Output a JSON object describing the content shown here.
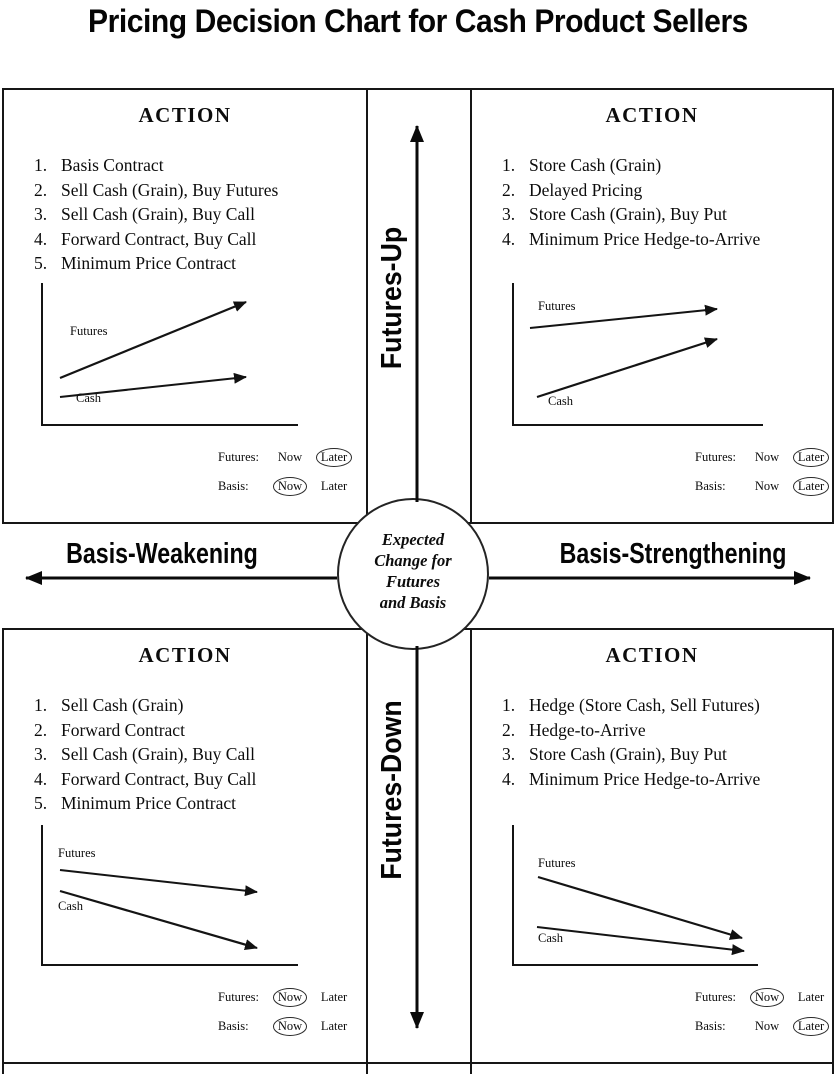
{
  "title": "Pricing Decision Chart for Cash Product Sellers",
  "center_circle": {
    "line1": "Expected",
    "line2": "Change for",
    "line3": "Futures",
    "line4": "and Basis"
  },
  "axis": {
    "up": "Futures-Up",
    "down": "Futures-Down",
    "left": "Basis-Weakening",
    "right": "Basis-Strengthening"
  },
  "quadrants": {
    "top_left": {
      "header": "ACTION",
      "items": [
        {
          "num": "1.",
          "text": "Basis Contract"
        },
        {
          "num": "2.",
          "text": "Sell Cash (Grain), Buy Futures"
        },
        {
          "num": "3.",
          "text": "Sell Cash (Grain), Buy Call"
        },
        {
          "num": "4.",
          "text": "Forward Contract, Buy Call"
        },
        {
          "num": "5.",
          "text": "Minimum Price Contract"
        }
      ],
      "chart": {
        "futures_label": "Futures",
        "cash_label": "Cash",
        "futures_trend": "rising steeply",
        "cash_trend": "rising slightly"
      },
      "legend": {
        "rows": [
          {
            "label": "Futures:",
            "now": "Now",
            "later": "Later",
            "circled": "later"
          },
          {
            "label": "Basis:",
            "now": "Now",
            "later": "Later",
            "circled": "now"
          }
        ]
      }
    },
    "top_right": {
      "header": "ACTION",
      "items": [
        {
          "num": "1.",
          "text": "Store Cash (Grain)"
        },
        {
          "num": "2.",
          "text": "Delayed Pricing"
        },
        {
          "num": "3.",
          "text": "Store Cash (Grain), Buy Put"
        },
        {
          "num": "4.",
          "text": "Minimum Price Hedge-to-Arrive"
        }
      ],
      "chart": {
        "futures_label": "Futures",
        "cash_label": "Cash",
        "futures_trend": "rising slightly",
        "cash_trend": "rising steeply"
      },
      "legend": {
        "rows": [
          {
            "label": "Futures:",
            "now": "Now",
            "later": "Later",
            "circled": "later"
          },
          {
            "label": "Basis:",
            "now": "Now",
            "later": "Later",
            "circled": "later"
          }
        ]
      }
    },
    "bottom_left": {
      "header": "ACTION",
      "items": [
        {
          "num": "1.",
          "text": "Sell Cash (Grain)"
        },
        {
          "num": "2.",
          "text": "Forward Contract"
        },
        {
          "num": "3.",
          "text": "Sell Cash (Grain), Buy Call"
        },
        {
          "num": "4.",
          "text": "Forward Contract, Buy Call"
        },
        {
          "num": "5.",
          "text": "Minimum Price Contract"
        }
      ],
      "chart": {
        "futures_label": "Futures",
        "cash_label": "Cash",
        "futures_trend": "falling slightly",
        "cash_trend": "falling steeply"
      },
      "legend": {
        "rows": [
          {
            "label": "Futures:",
            "now": "Now",
            "later": "Later",
            "circled": "now"
          },
          {
            "label": "Basis:",
            "now": "Now",
            "later": "Later",
            "circled": "now"
          }
        ]
      }
    },
    "bottom_right": {
      "header": "ACTION",
      "items": [
        {
          "num": "1.",
          "text": "Hedge (Store Cash, Sell Futures)"
        },
        {
          "num": "2.",
          "text": "Hedge-to-Arrive"
        },
        {
          "num": "3.",
          "text": "Store Cash (Grain), Buy Put"
        },
        {
          "num": "4.",
          "text": "Minimum Price Hedge-to-Arrive"
        }
      ],
      "chart": {
        "futures_label": "Futures",
        "cash_label": "Cash",
        "futures_trend": "falling steeply",
        "cash_trend": "falling slightly"
      },
      "legend": {
        "rows": [
          {
            "label": "Futures:",
            "now": "Now",
            "later": "Later",
            "circled": "now"
          },
          {
            "label": "Basis:",
            "now": "Now",
            "later": "Later",
            "circled": "later"
          }
        ]
      }
    }
  }
}
